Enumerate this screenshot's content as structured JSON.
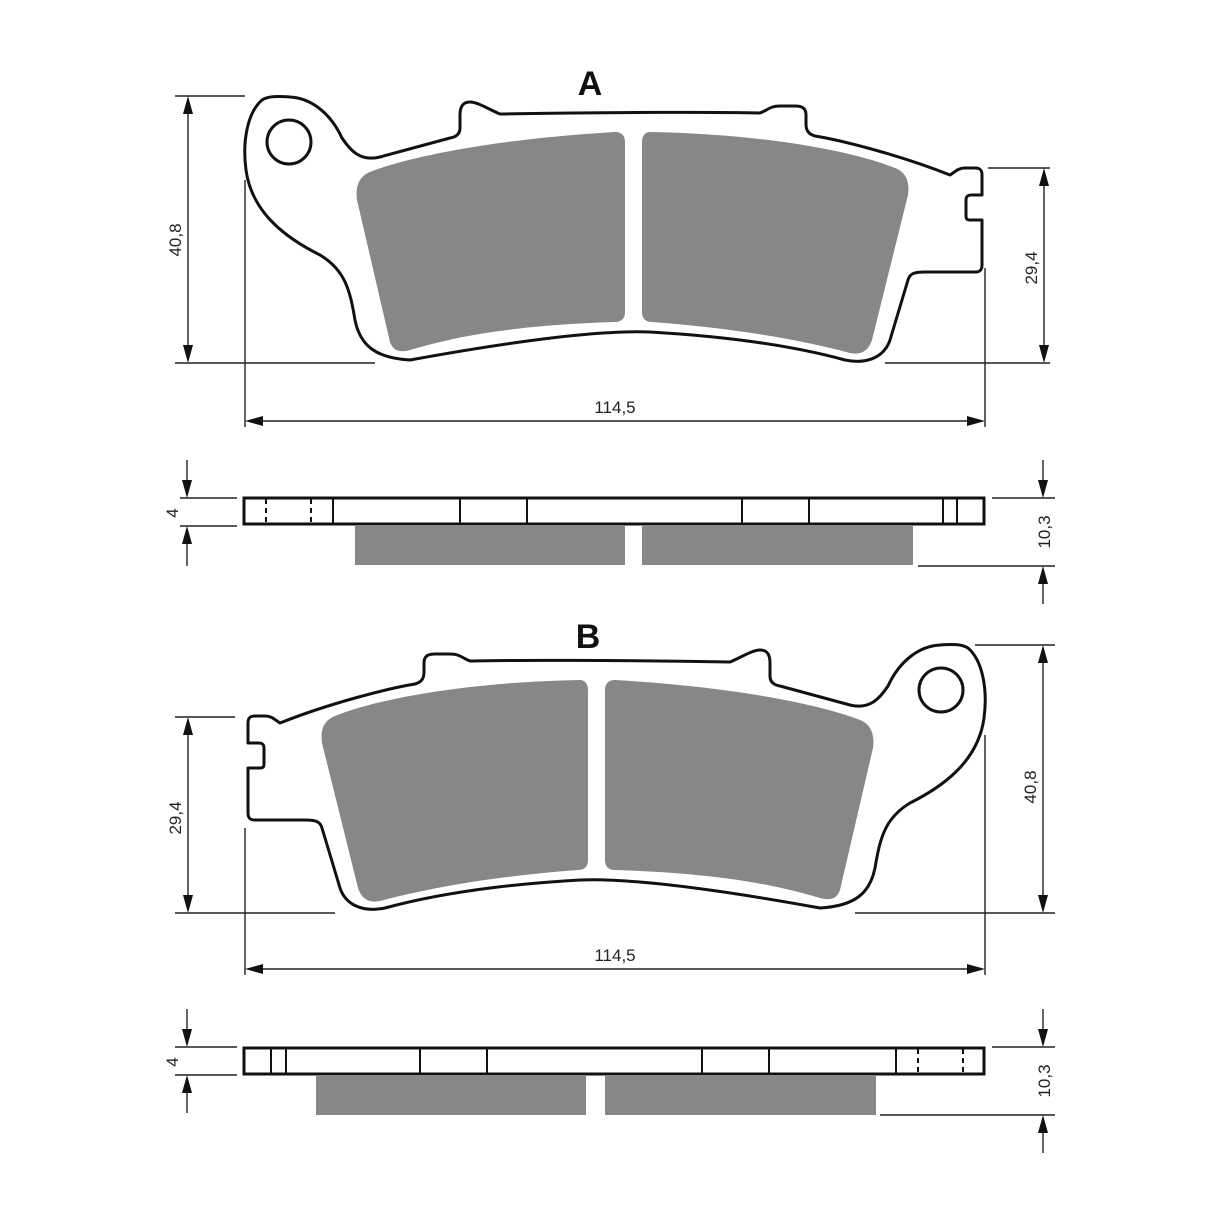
{
  "drawing": {
    "views": [
      {
        "id": "A",
        "title": "A",
        "dimensions": {
          "overall_height": "40,8",
          "side_height": "29,4",
          "overall_width": "114,5",
          "plate_thickness": "4",
          "total_thickness": "10,3"
        }
      },
      {
        "id": "B",
        "title": "B",
        "dimensions": {
          "overall_height": "40,8",
          "side_height": "29,4",
          "overall_width": "114,5",
          "plate_thickness": "4",
          "total_thickness": "10,3"
        }
      }
    ],
    "colors": {
      "friction_material": "#878787",
      "outline": "#111111",
      "background": "#ffffff"
    }
  }
}
